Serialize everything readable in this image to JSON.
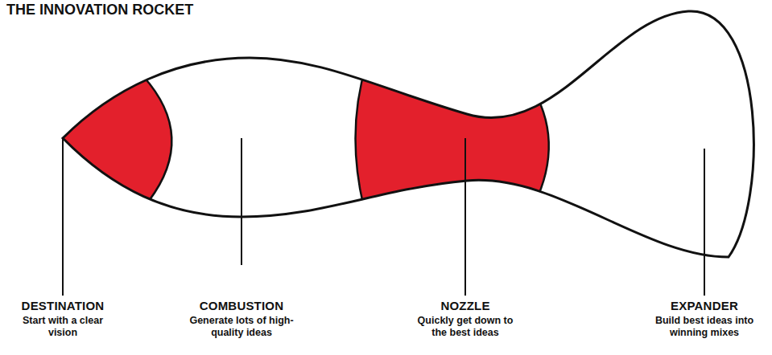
{
  "diagram": {
    "title": "THE INNOVATION ROCKET",
    "labels": [
      "DESTINATION",
      "Start with a clear vision",
      "COMBUSTION",
      "Generate lots of high-quality ideas",
      "NOZZLE",
      "Quickly get down to the best ideas",
      "EXPANDER",
      "Build best ideas into winning mixes"
    ]
  }
}
